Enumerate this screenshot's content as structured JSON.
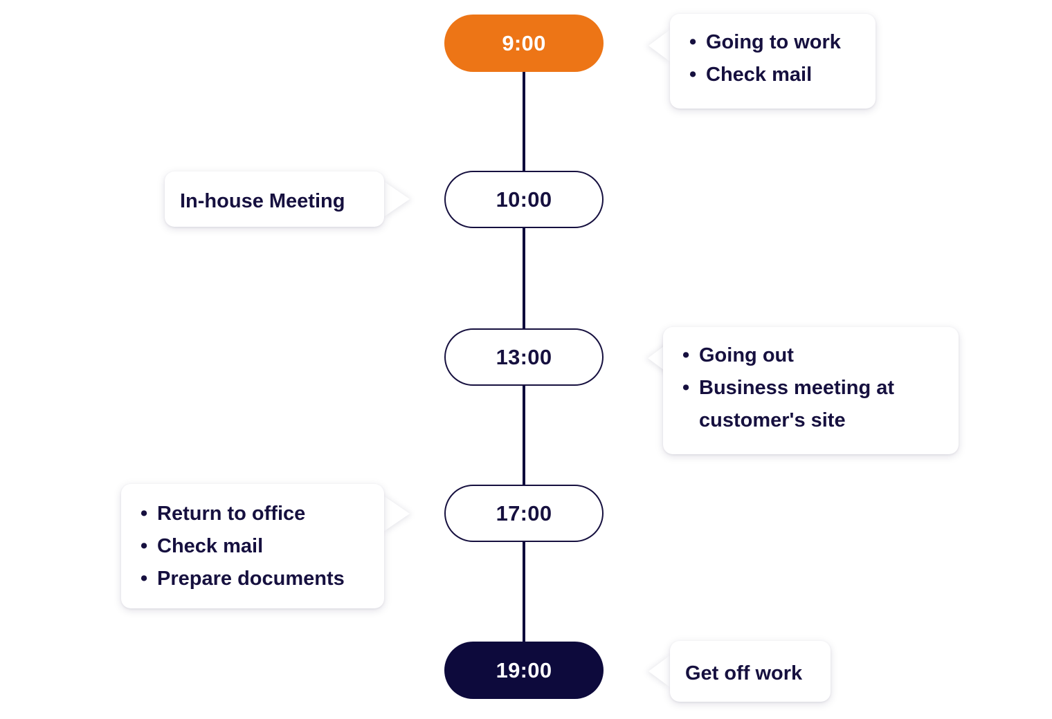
{
  "colors": {
    "background": "#ffffff",
    "accent_orange": "#ed7516",
    "navy": "#0d0a3c",
    "text_navy": "#16103f",
    "bubble_white": "#ffffff"
  },
  "timeline": {
    "nodes": [
      {
        "time": "9:00",
        "style": "start"
      },
      {
        "time": "10:00",
        "style": "plain"
      },
      {
        "time": "13:00",
        "style": "plain"
      },
      {
        "time": "17:00",
        "style": "plain"
      },
      {
        "time": "19:00",
        "style": "end"
      }
    ]
  },
  "callouts": {
    "c1": {
      "side": "right",
      "lines": [
        {
          "bullet": true,
          "text": "Going to work"
        },
        {
          "bullet": true,
          "text": "Check mail"
        }
      ]
    },
    "c2": {
      "side": "left",
      "lines": [
        {
          "bullet": false,
          "text": "In-house Meeting"
        }
      ]
    },
    "c3": {
      "side": "right",
      "lines": [
        {
          "bullet": true,
          "text": "Going out"
        },
        {
          "bullet": true,
          "text": "Business meeting at"
        },
        {
          "bullet": false,
          "continuation": true,
          "text": "customer's site"
        }
      ]
    },
    "c4": {
      "side": "left",
      "lines": [
        {
          "bullet": true,
          "text": "Return to office"
        },
        {
          "bullet": true,
          "text": "Check mail"
        },
        {
          "bullet": true,
          "text": "Prepare documents"
        }
      ]
    },
    "c5": {
      "side": "right",
      "lines": [
        {
          "bullet": false,
          "text": "Get off work"
        }
      ]
    }
  }
}
